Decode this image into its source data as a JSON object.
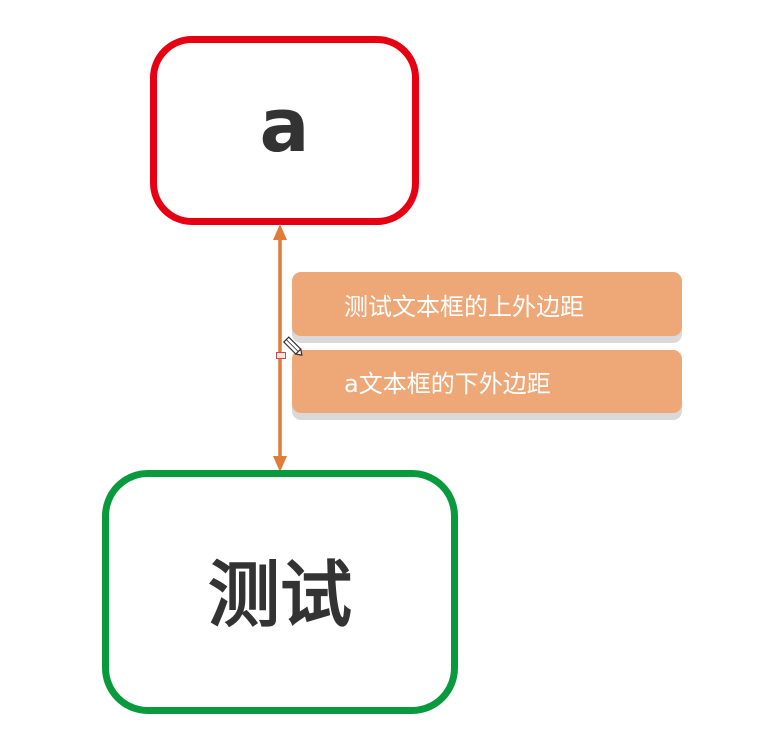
{
  "diagram": {
    "top_box": {
      "text": "a",
      "border_color": "#E60012"
    },
    "bottom_box": {
      "text": "测试",
      "border_color": "#0A9A3E"
    },
    "arrow": {
      "type": "double-headed vertical",
      "color": "#E07B39"
    },
    "labels": [
      {
        "text": "测试文本框的上外边距"
      },
      {
        "text": "a文本框的下外边距"
      }
    ],
    "label_fill": "#EEA878",
    "label_text_color": "#FFFFFF",
    "cursor": "pencil-icon"
  }
}
